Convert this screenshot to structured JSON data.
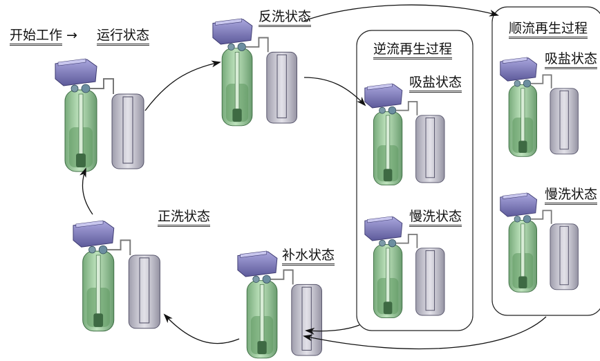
{
  "start": {
    "text": "开始工作",
    "arrow": "→"
  },
  "states": {
    "service": "运行状态",
    "backwash": "反洗状态",
    "rinse": "正洗状态",
    "refill": "补水状态"
  },
  "counter_flow": {
    "title": "逆流再生过程",
    "brine": "吸盐状态",
    "slow_rinse": "慢洗状态"
  },
  "co_flow": {
    "title": "顺流再生过程",
    "brine": "吸盐状态",
    "slow_rinse": "慢洗状态"
  },
  "colors": {
    "tank_green": "#7fbf84",
    "valve_purple": "#7b77b8",
    "brine_tank": "#9a98ac",
    "arrow": "#111111"
  }
}
